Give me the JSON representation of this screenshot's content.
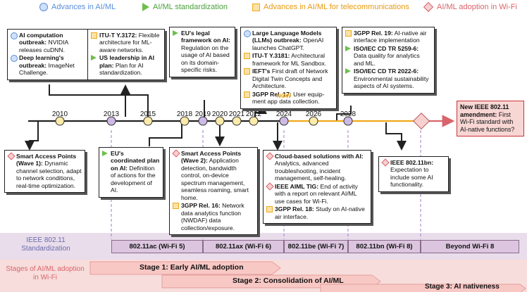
{
  "legend": [
    {
      "label": "Advances in AI/ML",
      "icon": "blue-circle-icon",
      "color": "#5a8ed8"
    },
    {
      "label": "AI/ML standardization",
      "icon": "green-triangle-icon",
      "color": "#6cc04a"
    },
    {
      "label": "Advances in AI/ML for telecommunications",
      "icon": "orange-square-icon",
      "color": "#f0a818"
    },
    {
      "label": "AI/ML adoption in Wi-Fi",
      "icon": "red-diamond-icon",
      "color": "#d9636a"
    }
  ],
  "timeline": {
    "years": [
      "2010",
      "2013",
      "2015",
      "2018",
      "2019",
      "2020",
      "2021",
      "2022",
      "2024",
      "2026",
      "2028"
    ],
    "now_label": "NOW"
  },
  "boxes": {
    "b2010_top": [
      {
        "icon": "blue-circle-icon",
        "bold": "AI computation outbreak:",
        "text": " NVIDIA releases cuDNN."
      },
      {
        "icon": "blue-circle-icon",
        "bold": "Deep learning's outbreak:",
        "text": " ImageNet Challenge."
      }
    ],
    "b2015_top": [
      {
        "icon": "orange-square-icon",
        "bold": "ITU-T Y.3172:",
        "text": " Flexible architecture for ML-aware networks."
      },
      {
        "icon": "green-triangle-icon",
        "bold": "US leadership in AI plan:",
        "text": " Plan for AI standardization."
      }
    ],
    "b2019_top": [
      {
        "icon": "green-triangle-icon",
        "bold": "EU's legal framework on AI:",
        "text": " Regulation on the usage of AI based on its domain-specific risks."
      }
    ],
    "b2022_top": [
      {
        "icon": "blue-circle-icon",
        "bold": "Large Language Models (LLMs) outbreak:",
        "text": " OpenAI launches ChatGPT."
      },
      {
        "icon": "orange-square-icon",
        "bold": "ITU-T Y.3181:",
        "text": " Architectural framework for ML Sandbox."
      },
      {
        "icon": "orange-square-icon",
        "bold": "IEFT's",
        "text": " First draft of Network Digital Twin Concepts and Architecture."
      },
      {
        "icon": "orange-square-icon",
        "bold": "3GPP Rel. 17:",
        "text": " User equip-ment app data collection."
      }
    ],
    "b2026_top": [
      {
        "icon": "orange-square-icon",
        "bold": "3GPP Rel. 19:",
        "text": " AI-native air interface implementation"
      },
      {
        "icon": "green-triangle-icon",
        "bold": "ISO/IEC CD TR 5259-6:",
        "text": " Data quality for analytics and ML."
      },
      {
        "icon": "green-triangle-icon",
        "bold": "ISO/IEC CD TR 2022-6:",
        "text": " Environmental sustainability aspects of AI systems."
      }
    ],
    "b2010_bot": [
      {
        "icon": "red-diamond-icon",
        "bold": "Smart Access Points (Wave 1):",
        "text": " Dynamic channel selection, adapt to network conditions, real-time optimization."
      }
    ],
    "b2018_bot": [
      {
        "icon": "green-triangle-icon",
        "bold": "EU's coordinated plan on AI:",
        "text": " Definition of actions for the development of AI."
      }
    ],
    "b2020_bot": [
      {
        "icon": "red-diamond-icon",
        "bold": "Smart Access Points (Wave 2):",
        "text": " Application detection, bandwidth control, on-device spectrum management, seamless roaming, smart home."
      },
      {
        "icon": "orange-square-icon",
        "bold": "3GPP Rel. 16:",
        "text": " Network data analytics function (NWDAF) data collection/exposure."
      }
    ],
    "b2024_bot": [
      {
        "icon": "red-diamond-icon",
        "bold": "Cloud-based solutions with AI:",
        "text": " Analytics, advanced troubleshooting, incident management, self-healing."
      },
      {
        "icon": "red-diamond-icon",
        "bold": "IEEE AIML TIG:",
        "text": " End of activity with a report on relevant AI/ML use cases for Wi-Fi."
      },
      {
        "icon": "orange-square-icon",
        "bold": "3GPP Rel. 18:",
        "text": " Study on AI-native air interface."
      }
    ],
    "b2028_bot": [
      {
        "icon": "red-diamond-icon",
        "bold": "IEEE 802.11bn:",
        "text": " Expectation to include some AI functionality."
      }
    ],
    "future": {
      "bold": "New IEEE 802.11 amendment:",
      "text": " First Wi-Fi standard with AI-native functions?"
    }
  },
  "standardization": {
    "label": "IEEE 802.11 Standardization",
    "items": [
      "802.11ac (Wi-Fi 5)",
      "802.11ax (Wi-Fi 6)",
      "802.11be (Wi-Fi 7)",
      "802.11bn (Wi-Fi 8)",
      "Beyond Wi-Fi 8"
    ]
  },
  "stages": {
    "label": "Stages of AI/ML adoption in Wi-Fi",
    "items": [
      "Stage 1: Early AI/ML adoption",
      "Stage 2: Consolidation of AI/ML",
      "Stage 3: AI nativeness"
    ]
  }
}
